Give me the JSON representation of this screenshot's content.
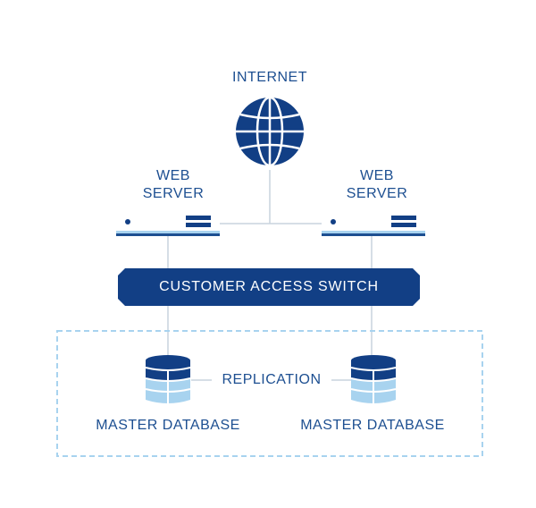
{
  "internet": {
    "label": "INTERNET",
    "icon": "globe-icon"
  },
  "web_servers": [
    {
      "line1": "WEB",
      "line2": "SERVER",
      "icon": "server-icon"
    },
    {
      "line1": "WEB",
      "line2": "SERVER",
      "icon": "server-icon"
    }
  ],
  "switch": {
    "label": "CUSTOMER ACCESS SWITCH"
  },
  "databases": [
    {
      "label": "MASTER DATABASE",
      "icon": "database-icon"
    },
    {
      "label": "MASTER DATABASE",
      "icon": "database-icon"
    }
  ],
  "replication": {
    "label": "REPLICATION"
  },
  "colors": {
    "primary": "#1d4f91",
    "dark_blue": "#123f85",
    "light_blue": "#a8d3ef",
    "line_gray": "#c9d3dd"
  }
}
